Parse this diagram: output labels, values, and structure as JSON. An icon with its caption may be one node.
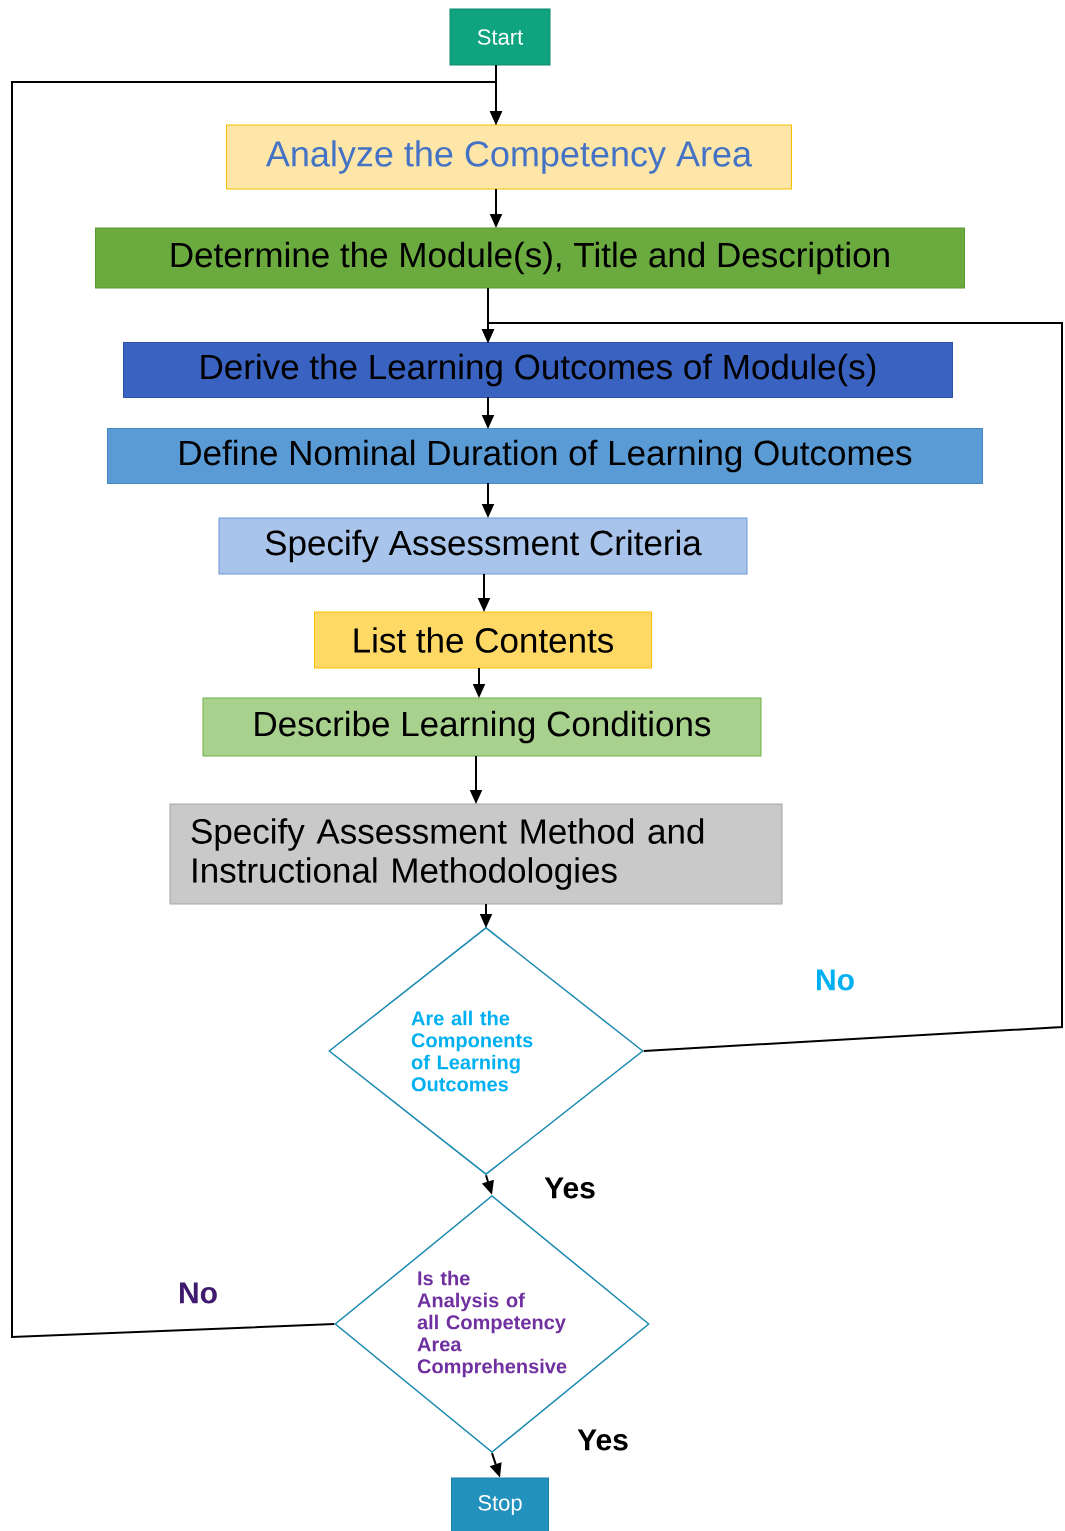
{
  "diagram": {
    "nodes": [
      {
        "text": [
          "Start"
        ]
      },
      {
        "text": [
          "Analyze the Competency Area"
        ]
      },
      {
        "text": [
          "Determine the Module(s), Title and Description"
        ]
      },
      {
        "text": [
          "Derive the Learning Outcomes of Module(s)"
        ]
      },
      {
        "text": [
          "Define Nominal Duration of Learning Outcomes"
        ]
      },
      {
        "text": [
          "Specify Assessment Criteria"
        ]
      },
      {
        "text": [
          "List the Contents"
        ]
      },
      {
        "text": [
          "Describe Learning Conditions"
        ]
      },
      {
        "text": [
          "Specify Assessment Method and Instructional Methodologies"
        ]
      },
      {
        "text": [
          "Are all the Components of Learning Outcomes"
        ]
      },
      {
        "text": [
          "Is the Analysis of all Competency Area Comprehensive"
        ]
      },
      {
        "text": [
          "Stop"
        ]
      }
    ],
    "edges": [
      {
        "from": 0,
        "to": 1,
        "arrow": "to"
      },
      {
        "from": 1,
        "to": 2,
        "arrow": "to"
      },
      {
        "from": 2,
        "to": 3,
        "arrow": "to"
      },
      {
        "from": 3,
        "to": 4,
        "arrow": "to"
      },
      {
        "from": 4,
        "to": 5,
        "arrow": "to"
      },
      {
        "from": 5,
        "to": 6,
        "arrow": "to"
      },
      {
        "from": 6,
        "to": 7,
        "arrow": "to"
      },
      {
        "from": 7,
        "to": 8,
        "arrow": "to"
      },
      {
        "from": 8,
        "to": 9,
        "arrow": "to"
      },
      {
        "from": 9,
        "to": 10,
        "arrow": "to",
        "label": "Yes"
      },
      {
        "from": 10,
        "to": 11,
        "arrow": "to",
        "label": "Yes"
      },
      {
        "from": 9,
        "to": 3,
        "arrow": "to",
        "label": "No"
      },
      {
        "from": 10,
        "to": 1,
        "arrow": "to",
        "label": "No"
      }
    ]
  }
}
